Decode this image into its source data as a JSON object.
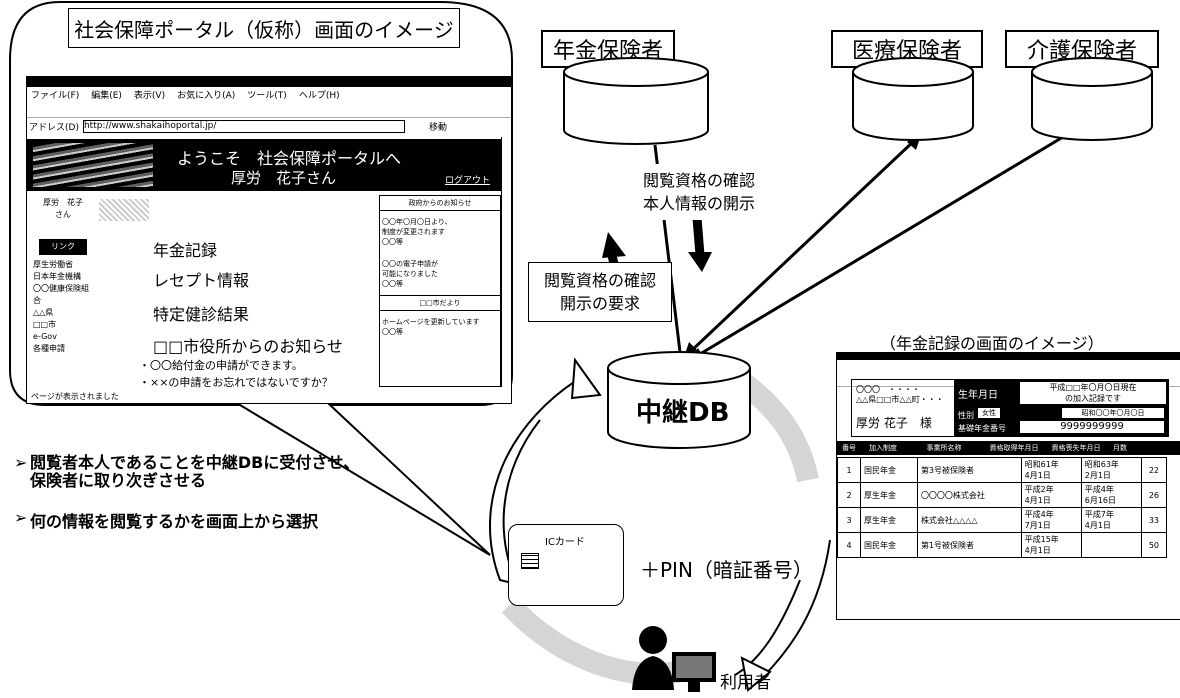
{
  "portal_image_title": "社会保障ポータル（仮称）画面のイメージ",
  "browser": {
    "menu": [
      "ファイル(F)",
      "編集(E)",
      "表示(V)",
      "お気に入り(A)",
      "ツール(T)",
      "ヘルプ(H)"
    ],
    "address_label": "アドレス(D)",
    "address_value": "http://www.shakaihoportal.jp/",
    "go_label": "移動",
    "status_text": "ページが表示されました"
  },
  "portal": {
    "welcome": "ようこそ　社会保障ポータルへ",
    "user_greeting": "厚労　花子さん",
    "logout": "ログアウト",
    "side_user": "厚労　花子\nさん",
    "side_button": "リンク",
    "side_links": [
      "厚生労働省",
      "日本年金機構",
      "〇〇健康保険組合",
      "△△県",
      "□□市",
      "e-Gov",
      "各種申請"
    ],
    "menu": [
      "年金記録",
      "レセプト情報",
      "特定健診結果",
      "□□市役所からのお知らせ"
    ],
    "notices": [
      "・〇〇給付金の申請ができます。",
      "・××の申請をお忘れではないですか？"
    ],
    "news_header": "政府からのお知らせ",
    "news_1": "〇〇年〇月〇日より、\n制度が変更されます\n〇〇等",
    "news_2": "〇〇の電子申請が\n可能になりました\n〇〇等",
    "city_news": "□□市だより",
    "city_body": "ホームページを更新しています\n〇〇等"
  },
  "entities": {
    "pension_insurer": "年金保険者",
    "medical_insurer": "医療保険者",
    "care_insurer": "介護保険者",
    "relay_db": "中継DB",
    "user": "利用者"
  },
  "labels": {
    "confirm_disclose": "閲覧資格の確認\n本人情報の開示",
    "confirm_request": "閲覧資格の確認\n開示の要求",
    "pension_image_title": "（年金記録の画面のイメージ）",
    "bullet_1": "閲覧者本人であることを中継DBに受付させ、\n保険者に取り次ぎさせる",
    "bullet_2": "何の情報を閲覧するかを画面上から選択",
    "ic_card": "ICカード",
    "pin": "＋PIN（暗証番号）"
  },
  "pension_record": {
    "name_lines": [
      "〇〇〇　・・・・",
      "△△県□□市△△町・・・"
    ],
    "name": "厚労 花子　様",
    "birth_label": "生年月日",
    "as_of": "平成□□年〇月〇日現在\nの加入記録です",
    "sex_label": "性別",
    "sex_value": "女性",
    "birth_value": "昭和〇〇年〇月〇日",
    "basic_no_label": "基礎年金番号",
    "basic_no": "9999999999",
    "headers": [
      "番号",
      "加入制度",
      "事業所名称",
      "資格取得年月日",
      "資格喪失年月日",
      "月数"
    ],
    "rows": [
      [
        "1",
        "国民年金",
        "第3号被保険者",
        "昭和61年\n4月1日",
        "昭和63年\n2月1日",
        "22"
      ],
      [
        "2",
        "厚生年金",
        "〇〇〇〇株式会社",
        "平成2年\n4月1日",
        "平成4年\n6月16日",
        "26"
      ],
      [
        "3",
        "厚生年金",
        "株式会社△△△△",
        "平成4年\n7月1日",
        "平成7年\n4月1日",
        "33"
      ],
      [
        "4",
        "国民年金",
        "第1号被保険者",
        "平成15年\n4月1日",
        "",
        "50"
      ]
    ]
  }
}
